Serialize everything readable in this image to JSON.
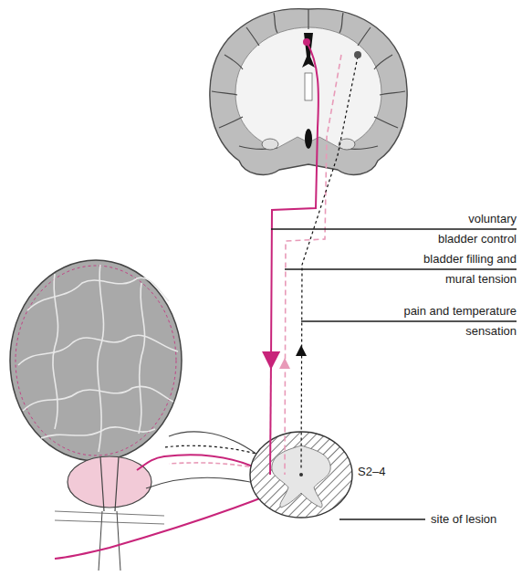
{
  "diagram": {
    "labels": [
      "voluntary bladder control",
      "bladder filling and mural tension",
      "pain and temperature sensation",
      "S2–4",
      "site of lesion"
    ]
  }
}
